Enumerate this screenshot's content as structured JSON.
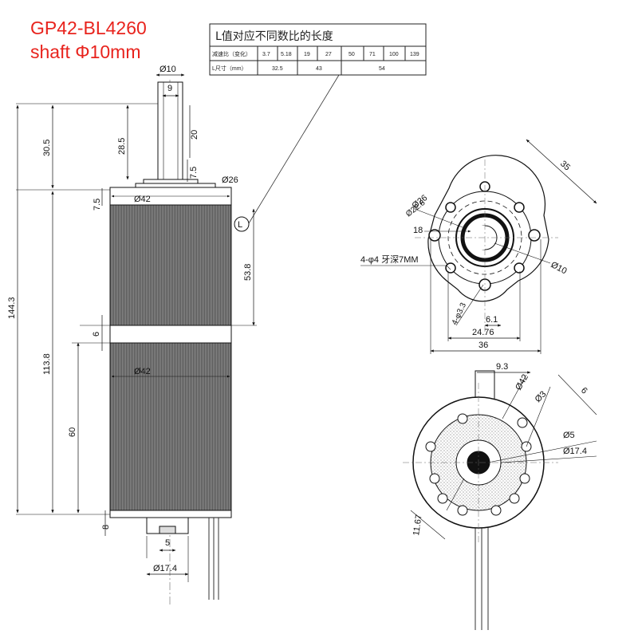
{
  "title": {
    "model": "GP42-BL4260",
    "shaft": "shaft Φ10mm"
  },
  "length_table": {
    "header": "L值对应不同数比的长度",
    "row1_label": "减速比（变化）",
    "ratios": [
      "3.7",
      "5.18",
      "19",
      "27",
      "50",
      "71",
      "100",
      "139"
    ],
    "row2_label": "L尺寸（mm）",
    "lengths": [
      "32.5",
      "43",
      "54"
    ]
  },
  "side_view": {
    "shaft_dia": "Ø10",
    "key_width": "9",
    "shaft_len": "28.5",
    "key_len": "20",
    "boss_h_small": "7.5",
    "boss_dia": "Ø26",
    "total_front": "30.5",
    "flange_h": "7.5",
    "gear_dia": "Ø42",
    "L_marker": "L",
    "gear_len": "53.8",
    "total_len": "144.3",
    "motor_len": "113.8",
    "gap": "6",
    "motor_dia": "Ø42",
    "motor_body": "60",
    "rear_cap": "8",
    "rear_key": "5",
    "rear_dia": "Ø17.4"
  },
  "front_view": {
    "span": "35",
    "boss_dia": "Ø26",
    "inner_dia": "Ø22.8",
    "flat": "18",
    "holes": "4-φ4 牙深7MM",
    "shaft_dia": "Ø10",
    "hole_dia": "4-φ3.3",
    "offset": "6.1",
    "pcd": "24.76",
    "width": "36"
  },
  "rear_view": {
    "offset": "9.3",
    "outer_dia": "Ø42",
    "hole": "Ø3",
    "depth": "6",
    "center": "Ø5",
    "boss": "Ø17.4",
    "radius": "11.67"
  }
}
